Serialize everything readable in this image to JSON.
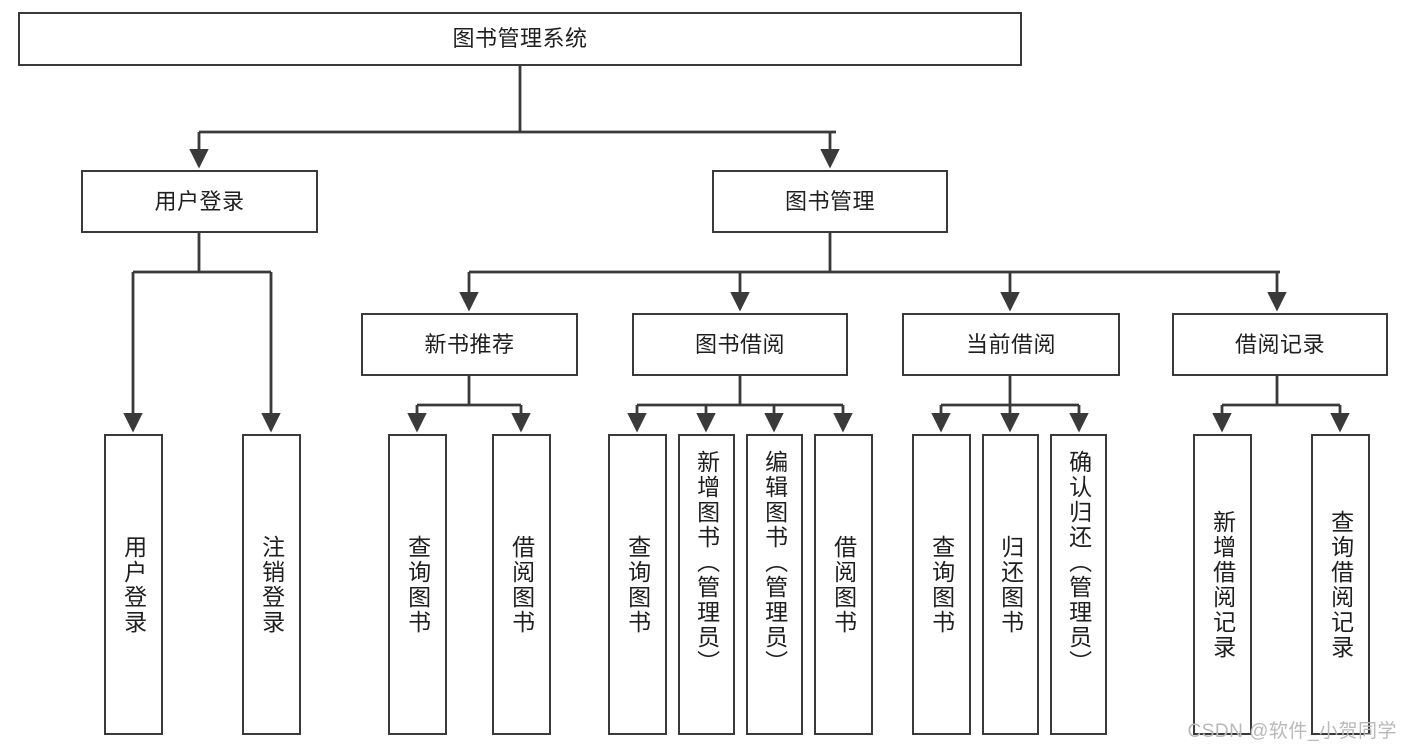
{
  "diagram": {
    "title": "图书管理系统",
    "type": "tree",
    "stroke_color": "#3a3a3a",
    "text_color": "#1f1f1f",
    "background_color": "#ffffff",
    "watermark": "CSDN @软件_小贺同学"
  },
  "nodes": {
    "root": {
      "label": "图书管理系统"
    },
    "level2": [
      {
        "label": "用户登录"
      },
      {
        "label": "图书管理"
      }
    ],
    "level3": [
      {
        "label": "新书推荐"
      },
      {
        "label": "图书借阅"
      },
      {
        "label": "当前借阅"
      },
      {
        "label": "借阅记录"
      }
    ],
    "leaves": [
      {
        "label": "用户登录",
        "parent": "用户登录"
      },
      {
        "label": "注销登录",
        "parent": "用户登录"
      },
      {
        "label": "查询图书",
        "parent": "新书推荐"
      },
      {
        "label": "借阅图书",
        "parent": "新书推荐"
      },
      {
        "label": "查询图书",
        "parent": "图书借阅"
      },
      {
        "label": "新增图书（管理员）",
        "parent": "图书借阅"
      },
      {
        "label": "编辑图书（管理员）",
        "parent": "图书借阅"
      },
      {
        "label": "借阅图书",
        "parent": "图书借阅"
      },
      {
        "label": "查询图书",
        "parent": "当前借阅"
      },
      {
        "label": "归还图书",
        "parent": "当前借阅"
      },
      {
        "label": "确认归还（管理员）",
        "parent": "当前借阅"
      },
      {
        "label": "新增借阅记录",
        "parent": "借阅记录"
      },
      {
        "label": "查询借阅记录",
        "parent": "借阅记录"
      }
    ]
  }
}
